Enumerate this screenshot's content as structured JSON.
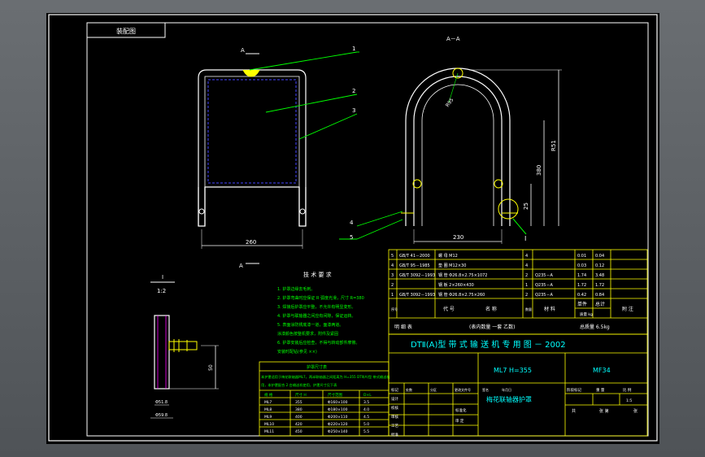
{
  "drawing": {
    "stamp_label": "装配图",
    "section_label": "A－A",
    "view_letter": "A",
    "detail_letter": "I",
    "detail_scale": "1:2",
    "balloons": [
      "1",
      "2",
      "3",
      "4",
      "5"
    ],
    "dims": {
      "front_width": "260",
      "section_width": "230",
      "section_height": "R51",
      "section_radius": "R95",
      "section_mid": "380",
      "section_low": "25",
      "detail_height": "50",
      "detail_a": "Φ51.8",
      "detail_b": "Φ59.8"
    }
  },
  "tech_req": {
    "title": "技 术 要 求",
    "lines": [
      "1. 护罩边缘去毛刺。",
      "2. 护罩弯曲时应保证 R 弧度光滑，尺寸 R=380",
      "3. 焊接后护罩应平整，不允许有明显变形。",
      "4. 护罩与联轴器之间应有间隙，保证运转。",
      "5. 表面涂防锈底漆一道，面漆两道。",
      "   涂漆颜色按整机要求，附件及紧固",
      "6. 护罩安装后应检查，不得与转动部件摩擦。",
      "   安装时配钻(参见 ××)"
    ]
  },
  "table": {
    "title": "梅花联轴器护罩",
    "header_note": "本护罩适用于梅花联轴器ML7，两半联轴器之间距离为 H=355  DTⅡ(A)型 带式输送机",
    "header_note2": "用，本护罩配合 2 台输送机使用，护罩尺寸见下表",
    "subtitle": "护罩尺寸表",
    "cols": [
      "规  格",
      "尺寸 H",
      "尺寸范围",
      "D×L"
    ],
    "rows": [
      [
        "ML7",
        "355",
        "Φ160×100",
        "3.5"
      ],
      [
        "ML8",
        "380",
        "Φ180×100",
        "4.0"
      ],
      [
        "ML9",
        "400",
        "Φ200×110",
        "4.5"
      ],
      [
        "ML10",
        "420",
        "Φ220×120",
        "5.0"
      ],
      [
        "ML11",
        "450",
        "Φ250×140",
        "5.5"
      ]
    ]
  },
  "bom": {
    "rows": [
      [
        "5",
        "GB/T 41－2000",
        "螺 母 M12",
        "4",
        "",
        "0.01",
        "0.04"
      ],
      [
        "4",
        "GB/T 95－1985",
        "垫 圈 M12×30",
        "4",
        "",
        "0.03",
        "0.12"
      ],
      [
        "3",
        "GB/T 3092－1993",
        "钢 管 Φ26.8×2.75×1072",
        "2",
        "Q235－A",
        "1.74",
        "3.48"
      ],
      [
        "2",
        "",
        "钢 板 2×260×430",
        "1",
        "Q235－A",
        "1.72",
        "1.72"
      ],
      [
        "1",
        "GB/T 3092－1993",
        "钢 管 Φ26.8×2.75×260",
        "2",
        "Q235－A",
        "0.42",
        "0.84"
      ]
    ],
    "headers": [
      "序号",
      "代  号",
      "名  称",
      "数量",
      "材  料",
      "单件",
      "总计",
      "附 注"
    ],
    "sub_headers": [
      "质量 kg"
    ],
    "detail_label": "明  细  表",
    "unit_note": "(表内数量   一套   乙数)",
    "total_weight": "总质量  6.5kg"
  },
  "title_block": {
    "main_title": "DTⅡ(A)型  带 式 输 送 机 专 用 图 － 2002",
    "model": "ML7   H=355",
    "drawing_no": "MF34",
    "part_name": "梅花联轴器护罩",
    "scale": "1:5",
    "stage_label": "阶段标记",
    "weight_label": "重 量",
    "scale_label": "比 例",
    "sheet_label": "共",
    "page_label": "张  第",
    "page_end": "张",
    "sign_rows": [
      "标记",
      "设计",
      "校核",
      "审核",
      "工艺",
      "批准"
    ],
    "sign_headers": [
      "处数",
      "分区",
      "更改文件号",
      "签名",
      "年月日"
    ],
    "std_label": "标准化",
    "approve_label": "审 定"
  },
  "colors": {
    "line": "#ffffff",
    "green": "#00ff00",
    "yellow": "#ffff00",
    "cyan": "#00ffff",
    "blue": "#4444ff",
    "magenta": "#ff00ff",
    "red": "#ff3030"
  }
}
